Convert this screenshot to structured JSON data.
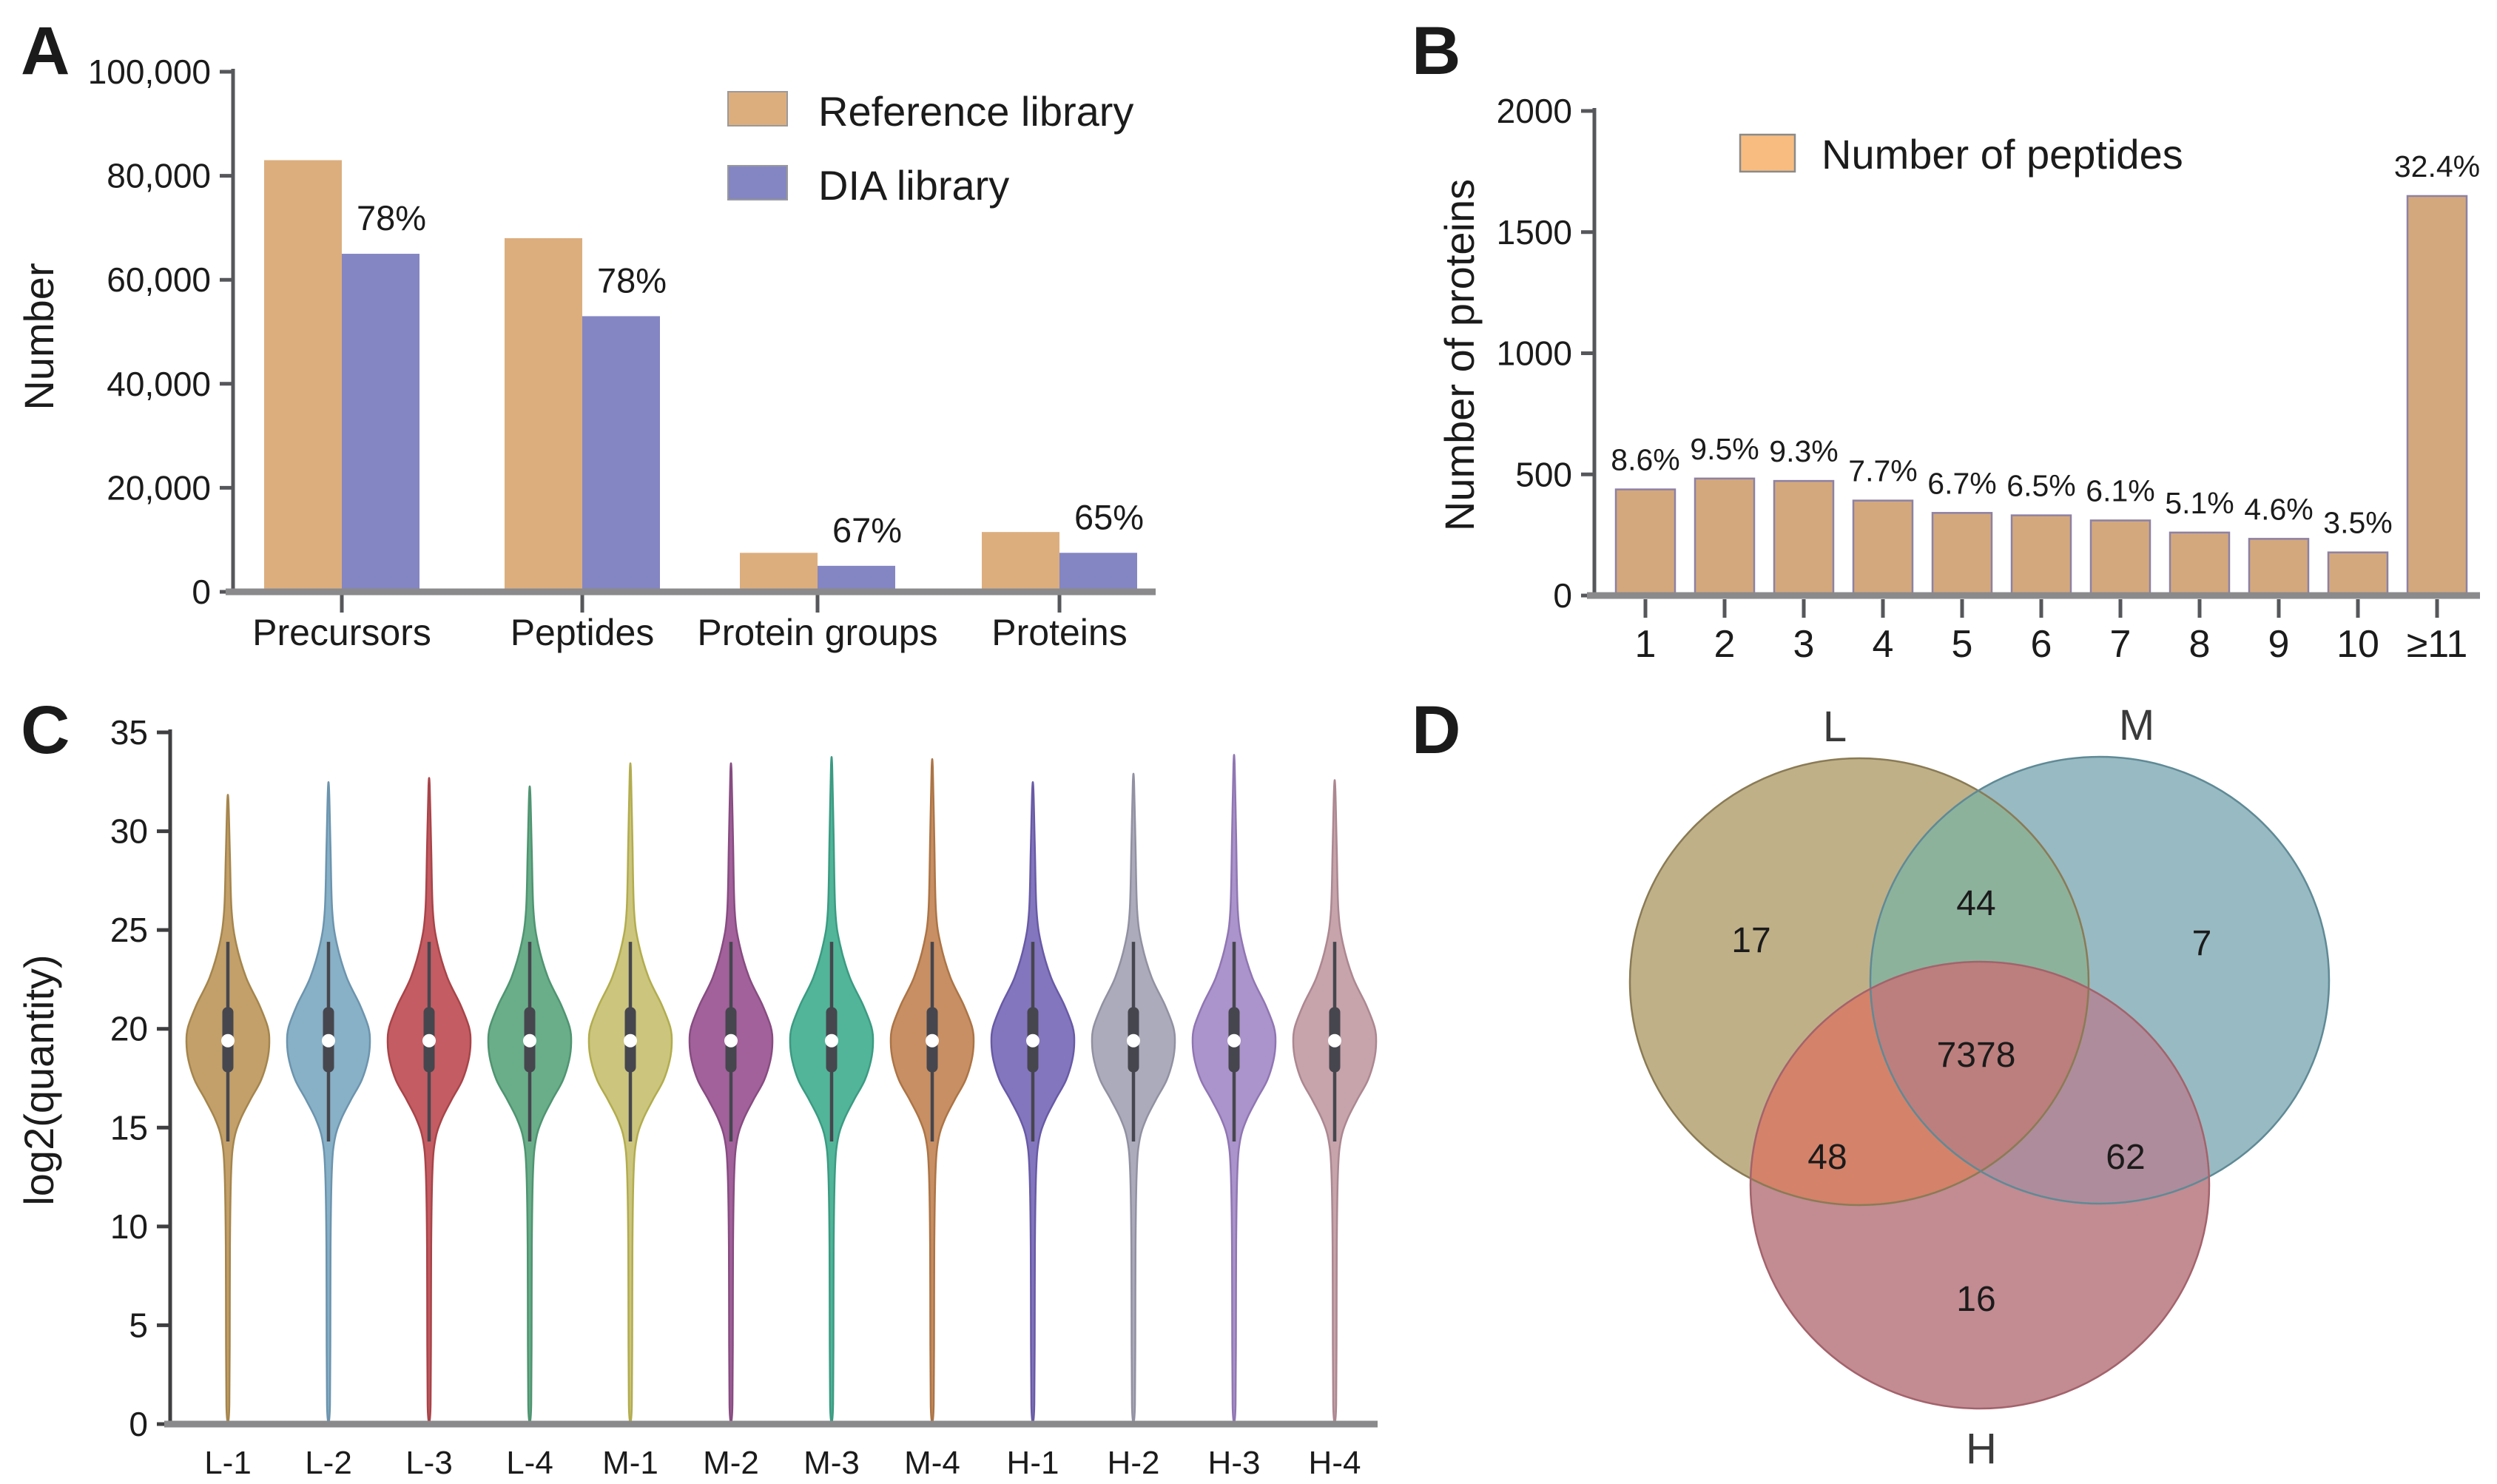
{
  "figure": {
    "panels": {
      "A": {
        "letter": "A",
        "ylabel": "Number",
        "legend": [
          {
            "label": "Reference library",
            "color": "#DCAE7E"
          },
          {
            "label": "DIA library",
            "color": "#8486C3"
          }
        ]
      },
      "B": {
        "letter": "B",
        "ylabel": "Number of proteins",
        "legend": [
          {
            "label": "Number of peptides",
            "color": "#F8BC80"
          }
        ]
      },
      "C": {
        "letter": "C",
        "ylabel": "log2(quantity)"
      },
      "D": {
        "letter": "D"
      }
    }
  },
  "chart_data": [
    {
      "id": "A",
      "type": "bar",
      "ylabel": "Number",
      "categories": [
        "Precursors",
        "Peptides",
        "Protein groups",
        "Proteins"
      ],
      "series": [
        {
          "name": "Reference library",
          "color": "#DCAE7E",
          "values": [
            83000,
            68000,
            7500,
            11500
          ]
        },
        {
          "name": "DIA library",
          "color": "#8486C3",
          "values": [
            65000,
            53000,
            5000,
            7500
          ]
        }
      ],
      "dia_percent_labels": [
        "78%",
        "78%",
        "67%",
        "65%"
      ],
      "ylim": [
        0,
        100000
      ],
      "yticks": [
        {
          "v": 0,
          "label": "0"
        },
        {
          "v": 20000,
          "label": "20,000"
        },
        {
          "v": 40000,
          "label": "40,000"
        },
        {
          "v": 60000,
          "label": "60,000"
        },
        {
          "v": 80000,
          "label": "80,000"
        },
        {
          "v": 100000,
          "label": "100,000"
        }
      ],
      "legend_position": "top-right",
      "grid": false
    },
    {
      "id": "B",
      "type": "bar",
      "ylabel": "Number of proteins",
      "categories": [
        "1",
        "2",
        "3",
        "4",
        "5",
        "6",
        "7",
        "8",
        "9",
        "10",
        "≥11"
      ],
      "series": [
        {
          "name": "Number of peptides",
          "color": "#D3A87C",
          "edge": "#8D81A4",
          "values": [
            438,
            483,
            473,
            392,
            341,
            331,
            310,
            260,
            234,
            178,
            1649
          ]
        }
      ],
      "percent_labels": [
        "8.6%",
        "9.5%",
        "9.3%",
        "7.7%",
        "6.7%",
        "6.5%",
        "6.1%",
        "5.1%",
        "4.6%",
        "3.5%",
        "32.4%"
      ],
      "ylim": [
        0,
        2000
      ],
      "yticks": [
        {
          "v": 0,
          "label": "0"
        },
        {
          "v": 500,
          "label": "500"
        },
        {
          "v": 1000,
          "label": "1000"
        },
        {
          "v": 1500,
          "label": "1500"
        },
        {
          "v": 2000,
          "label": "2000"
        }
      ],
      "legend_position": "top-left",
      "grid": false
    },
    {
      "id": "C",
      "type": "violin",
      "ylabel": "log2(quantity)",
      "ylim": [
        0,
        35
      ],
      "yticks": [
        0,
        5,
        10,
        15,
        20,
        25,
        30,
        35
      ],
      "categories": [
        "L-1",
        "L-2",
        "L-3",
        "L-4",
        "M-1",
        "M-2",
        "M-3",
        "M-4",
        "H-1",
        "H-2",
        "H-3",
        "H-4"
      ],
      "box": {
        "q1": 17.8,
        "q3": 21.1,
        "median": 19.4,
        "whisker_low": 14.3,
        "whisker_high": 24.4
      },
      "violins": [
        {
          "label": "L-1",
          "color": "#C3A06A",
          "edge": "#A5854D",
          "max": 31.5,
          "min": 0.15
        },
        {
          "label": "L-2",
          "color": "#88B0C6",
          "edge": "#6C94AE",
          "max": 32.1,
          "min": 0.15
        },
        {
          "label": "L-3",
          "color": "#C35D63",
          "edge": "#A84449",
          "max": 32.3,
          "min": 0.15
        },
        {
          "label": "L-4",
          "color": "#69AE89",
          "edge": "#4F9471",
          "max": 31.9,
          "min": 0.15
        },
        {
          "label": "M-1",
          "color": "#CBC57E",
          "edge": "#B2AC4E",
          "max": 33.0,
          "min": 0.15
        },
        {
          "label": "M-2",
          "color": "#A2619B",
          "edge": "#874C81",
          "max": 33.0,
          "min": 0.15
        },
        {
          "label": "M-3",
          "color": "#52B59A",
          "edge": "#3B9B82",
          "max": 33.3,
          "min": 0.15
        },
        {
          "label": "M-4",
          "color": "#C78F63",
          "edge": "#AC7446",
          "max": 33.2,
          "min": 0.15
        },
        {
          "label": "H-1",
          "color": "#8476BE",
          "edge": "#695AA6",
          "max": 32.1,
          "min": 0.15
        },
        {
          "label": "H-2",
          "color": "#ABABBB",
          "edge": "#9191A3",
          "max": 32.5,
          "min": 0.15
        },
        {
          "label": "H-3",
          "color": "#AB93CB",
          "edge": "#9076B3",
          "max": 33.4,
          "min": 0.15
        },
        {
          "label": "H-4",
          "color": "#C7A3AB",
          "edge": "#AC8791",
          "max": 32.2,
          "min": 0.15
        }
      ]
    },
    {
      "id": "D",
      "type": "venn",
      "set_labels": [
        "L",
        "M",
        "H"
      ],
      "set_colors": {
        "L": "#BFB088",
        "M": "#98BAC2",
        "H": "#C38B92"
      },
      "overlap_colors": {
        "LM": "#8CB29C",
        "LH": "#D4826A",
        "MH": "#AF8C9B",
        "LMH": "#BC7F7D"
      },
      "stroke_colors": {
        "L": "#8A7B55",
        "M": "#5F8A96",
        "H": "#A3636C"
      },
      "regions": [
        {
          "region": "L",
          "value": "17",
          "color": "#32301F"
        },
        {
          "region": "L∩M",
          "value": "44",
          "color": "#233325"
        },
        {
          "region": "M",
          "value": "7",
          "color": "#1F3A44"
        },
        {
          "region": "L∩M∩H",
          "value": "7378",
          "color": "#5A211D"
        },
        {
          "region": "L∩H",
          "value": "48",
          "color": "#5A211D"
        },
        {
          "region": "M∩H",
          "value": "62",
          "color": "#3C2430"
        },
        {
          "region": "H",
          "value": "16",
          "color": "#5A211D"
        }
      ]
    }
  ]
}
